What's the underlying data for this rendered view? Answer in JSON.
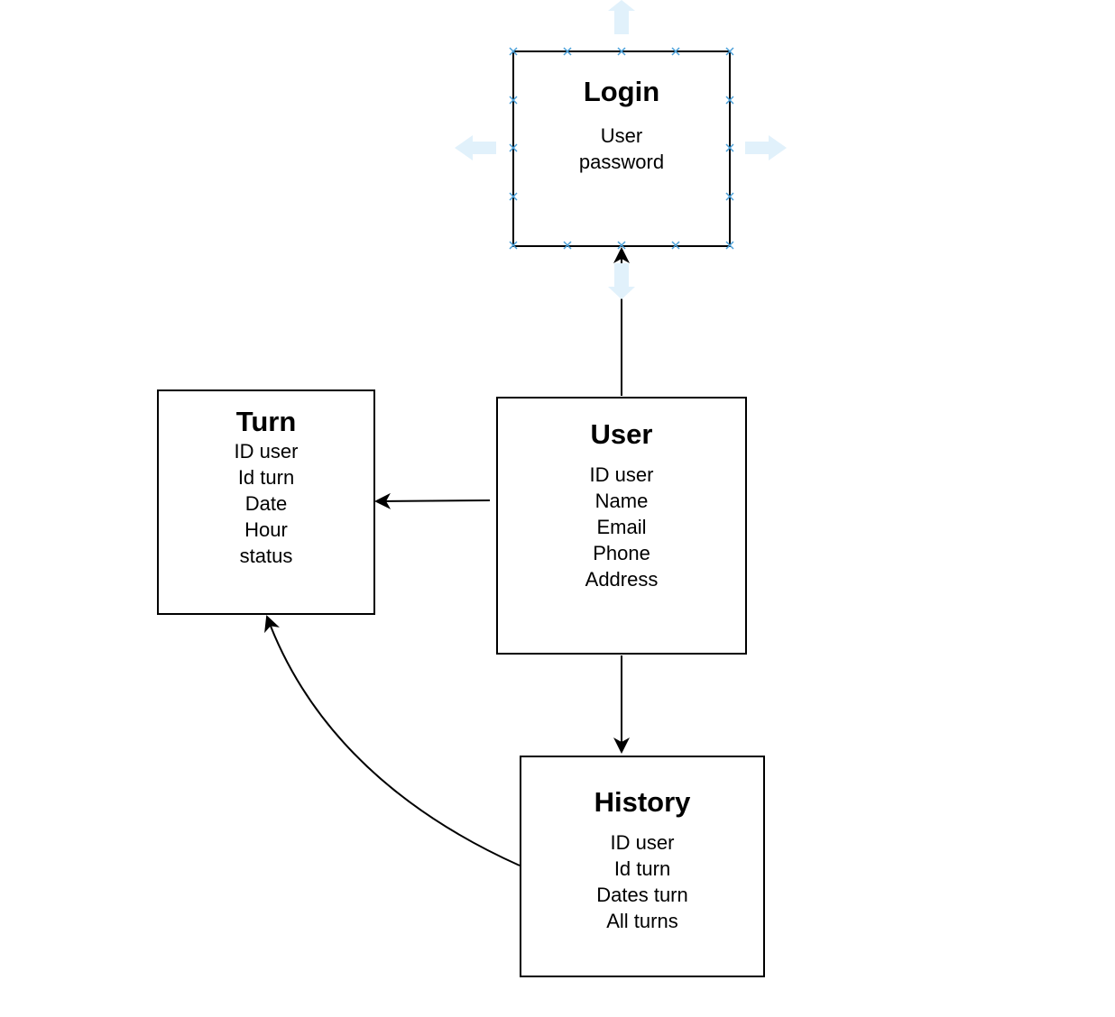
{
  "diagram": {
    "nodes": {
      "login": {
        "title": "Login",
        "fields": [
          "User",
          "password"
        ]
      },
      "turn": {
        "title": "Turn",
        "fields": [
          "ID user",
          "Id turn",
          "Date",
          "Hour",
          "status"
        ]
      },
      "user": {
        "title": "User",
        "fields": [
          "ID user",
          "Name",
          "Email",
          "Phone",
          "Address"
        ]
      },
      "history": {
        "title": "History",
        "fields": [
          "ID user",
          "Id turn",
          "Dates turn",
          "All turns"
        ]
      }
    },
    "edges": [
      {
        "from": "user",
        "to": "login"
      },
      {
        "from": "user",
        "to": "turn"
      },
      {
        "from": "user",
        "to": "history"
      },
      {
        "from": "history",
        "to": "turn"
      }
    ],
    "selected_node": "login",
    "colors": {
      "stroke": "#000000",
      "selection_handle": "#4a9fd8",
      "hover_arrow": "#e1f1fb"
    }
  }
}
